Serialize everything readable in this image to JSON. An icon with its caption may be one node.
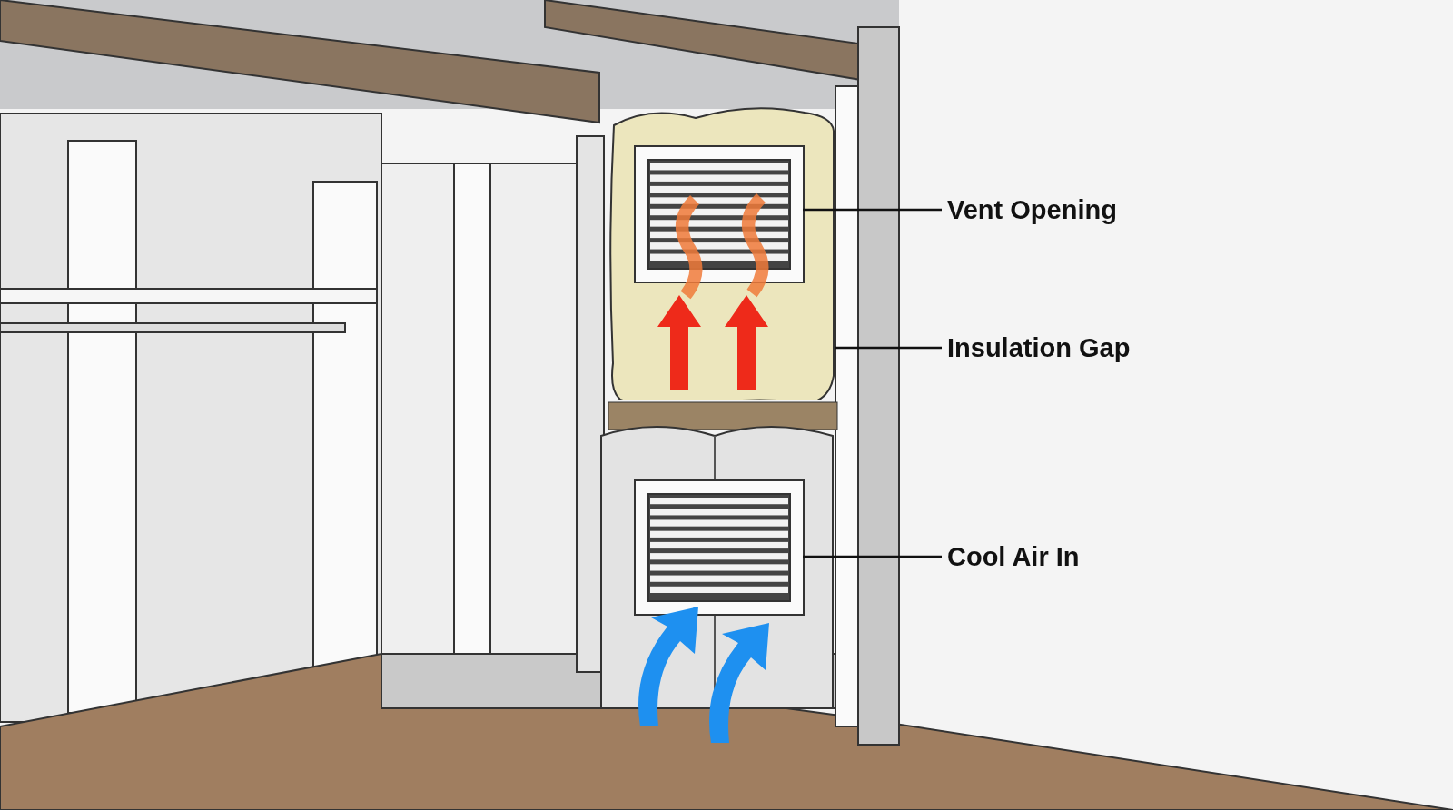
{
  "diagram": {
    "nodes": [
      {
        "text": [
          "Vent Opening"
        ]
      },
      {
        "text": [
          "Insulation Gap"
        ]
      },
      {
        "text": [
          "Cool Air In"
        ]
      },
      {
        "text": [],
        "shape": "picture"
      },
      {
        "text": [],
        "shape": "picture",
        "in": 3
      },
      {
        "text": [],
        "shape": "picture"
      }
    ],
    "edges": [
      {
        "from": 0,
        "to": 4,
        "arrow": "none"
      },
      {
        "from": 1,
        "to": 3,
        "arrow": "none"
      },
      {
        "from": 2,
        "to": 5,
        "arrow": "none"
      }
    ]
  }
}
